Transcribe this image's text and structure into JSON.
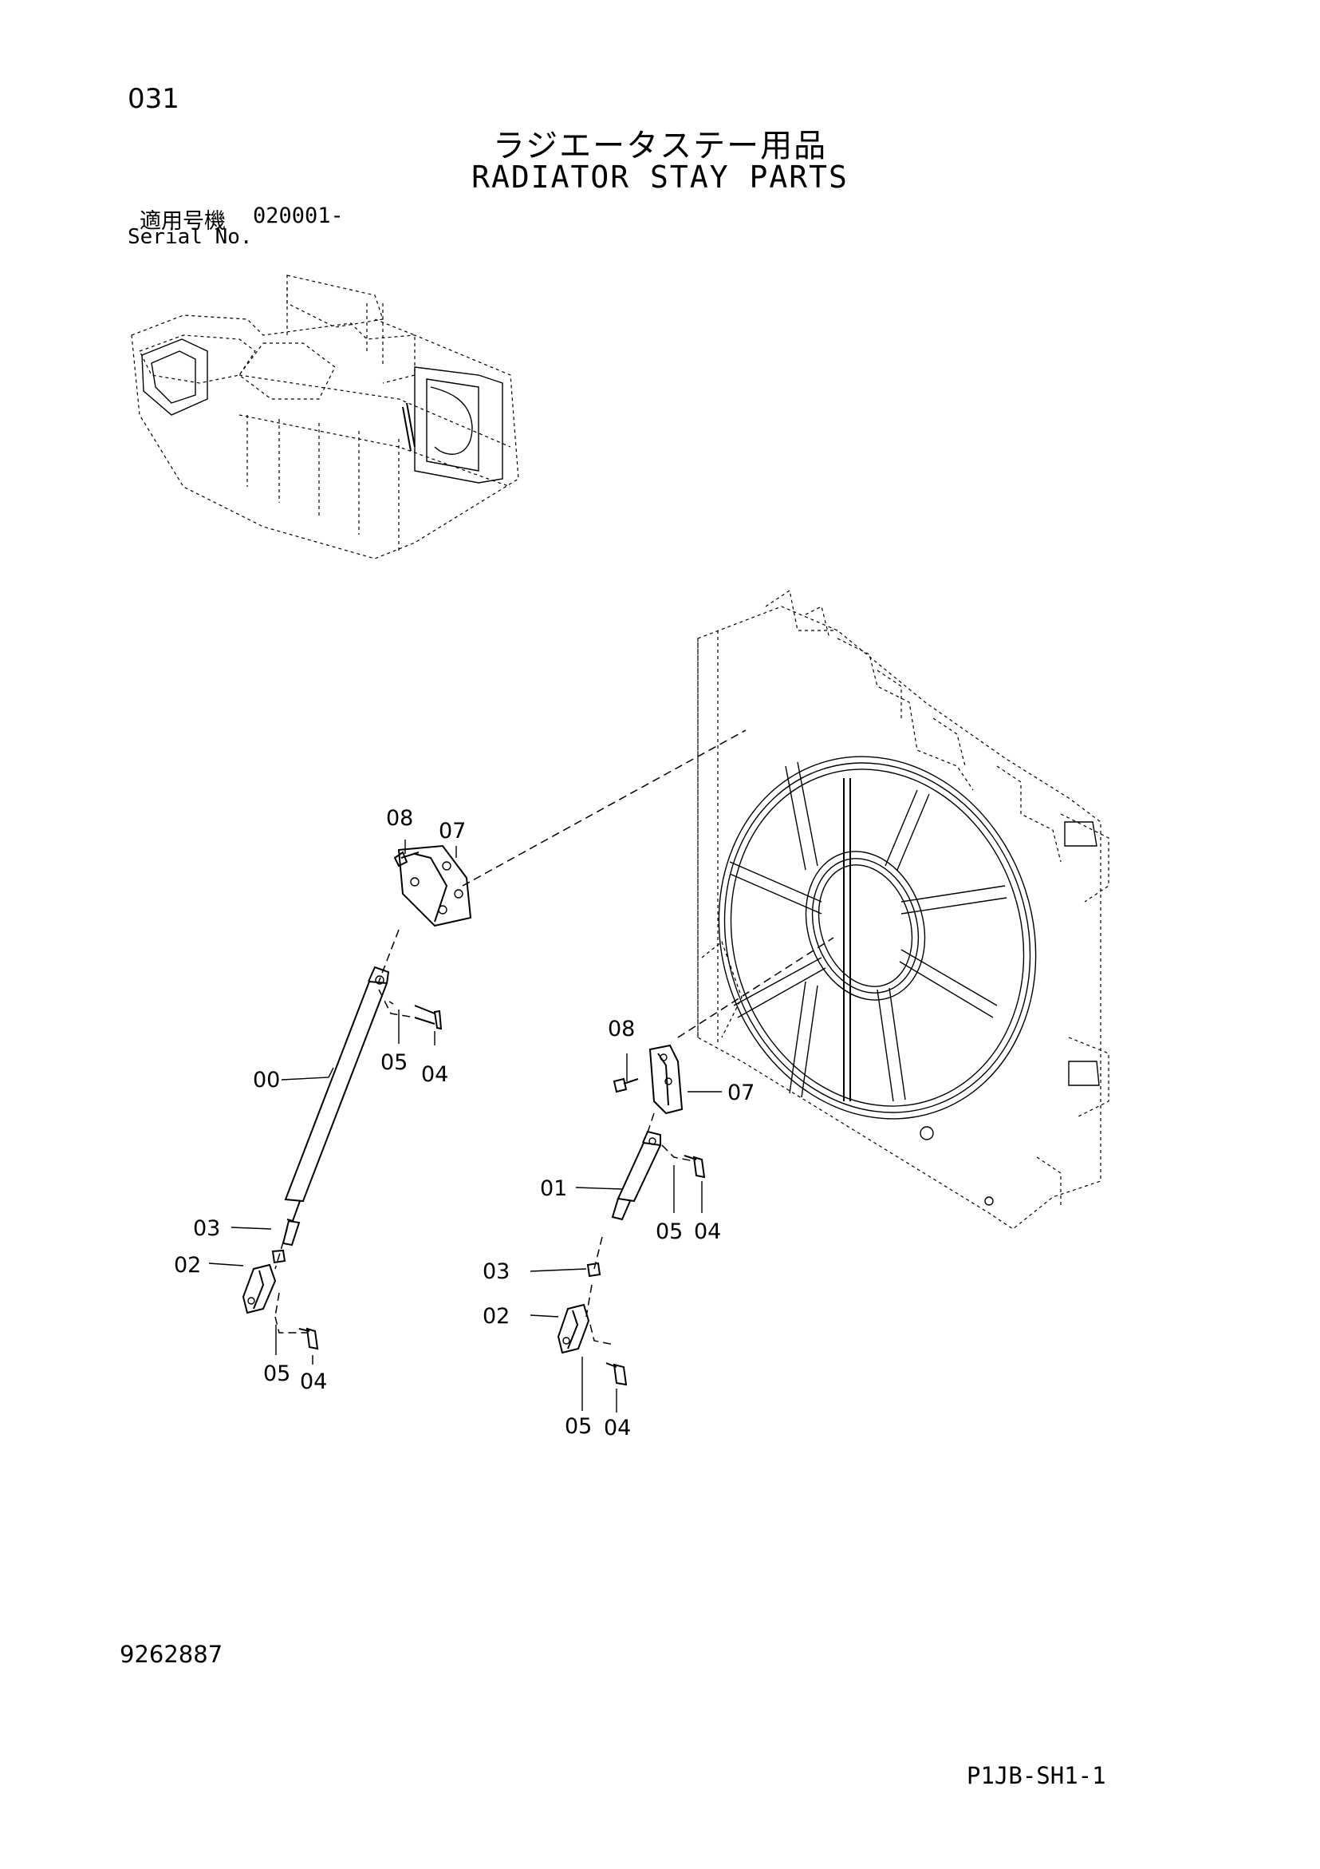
{
  "header": {
    "page_number": "031",
    "title_jp": "ラジエータステー用品",
    "title_en": "RADIATOR STAY PARTS"
  },
  "serial": {
    "label_jp": "適用号機",
    "value": "020001-",
    "label_en": "Serial No."
  },
  "callouts": {
    "c08_top": "08",
    "c07_top": "07",
    "c00": "00",
    "c05_a": "05",
    "c04_a": "04",
    "c03_a": "03",
    "c02_a": "02",
    "c05_b": "05",
    "c04_b": "04",
    "c08_mid": "08",
    "c07_mid": "07",
    "c01": "01",
    "c05_c": "05",
    "c04_c": "04",
    "c03_b": "03",
    "c02_b": "02",
    "c05_d": "05",
    "c04_d": "04"
  },
  "footer": {
    "doc_code": "9262887",
    "sheet_code": "P1JB-SH1-1"
  }
}
